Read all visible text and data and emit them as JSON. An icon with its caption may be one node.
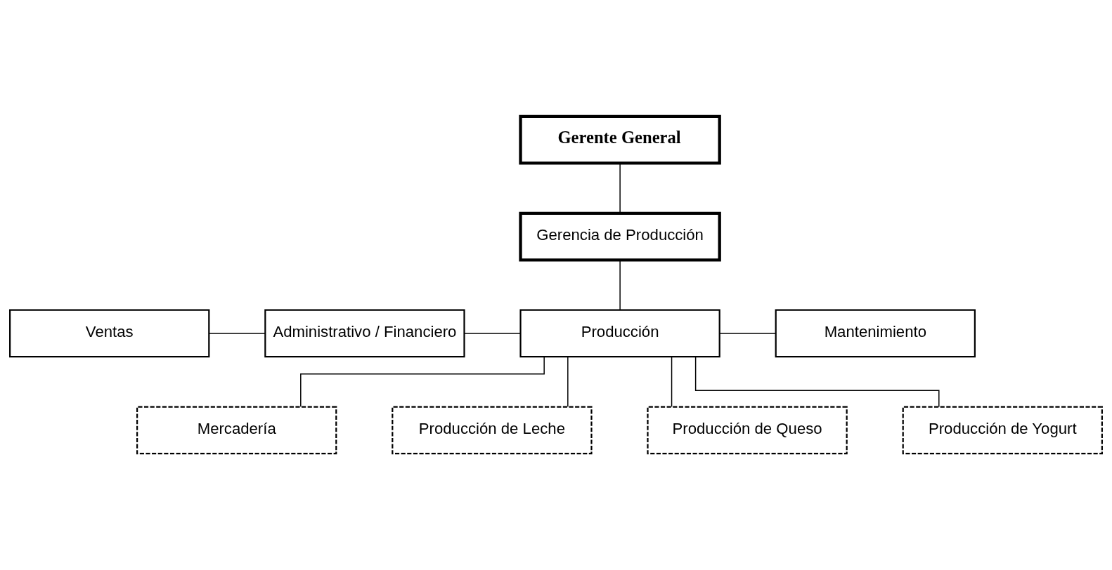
{
  "diagram": {
    "nodes": [
      {
        "text": [
          "Gerente General"
        ]
      },
      {
        "text": [
          "Gerencia de Producción"
        ]
      },
      {
        "text": [
          "Ventas"
        ]
      },
      {
        "text": [
          "Administrativo / Financiero"
        ]
      },
      {
        "text": [
          "Producción"
        ]
      },
      {
        "text": [
          "Mantenimiento"
        ]
      },
      {
        "text": [
          "Mercadería"
        ]
      },
      {
        "text": [
          "Producción de Leche"
        ]
      },
      {
        "text": [
          "Producción de Queso"
        ]
      },
      {
        "text": [
          "Producción de Yogurt"
        ]
      }
    ],
    "edges": [
      {
        "from": 0,
        "to": 1,
        "arrow": "none"
      },
      {
        "from": 1,
        "to": 4,
        "arrow": "none"
      },
      {
        "from": 2,
        "to": 3,
        "arrow": "none"
      },
      {
        "from": 3,
        "to": 4,
        "arrow": "none"
      },
      {
        "from": 4,
        "to": 5,
        "arrow": "none"
      },
      {
        "from": 4,
        "to": 6,
        "arrow": "none"
      },
      {
        "from": 4,
        "to": 7,
        "arrow": "none"
      },
      {
        "from": 4,
        "to": 8,
        "arrow": "none"
      },
      {
        "from": 4,
        "to": 9,
        "arrow": "none"
      }
    ]
  }
}
